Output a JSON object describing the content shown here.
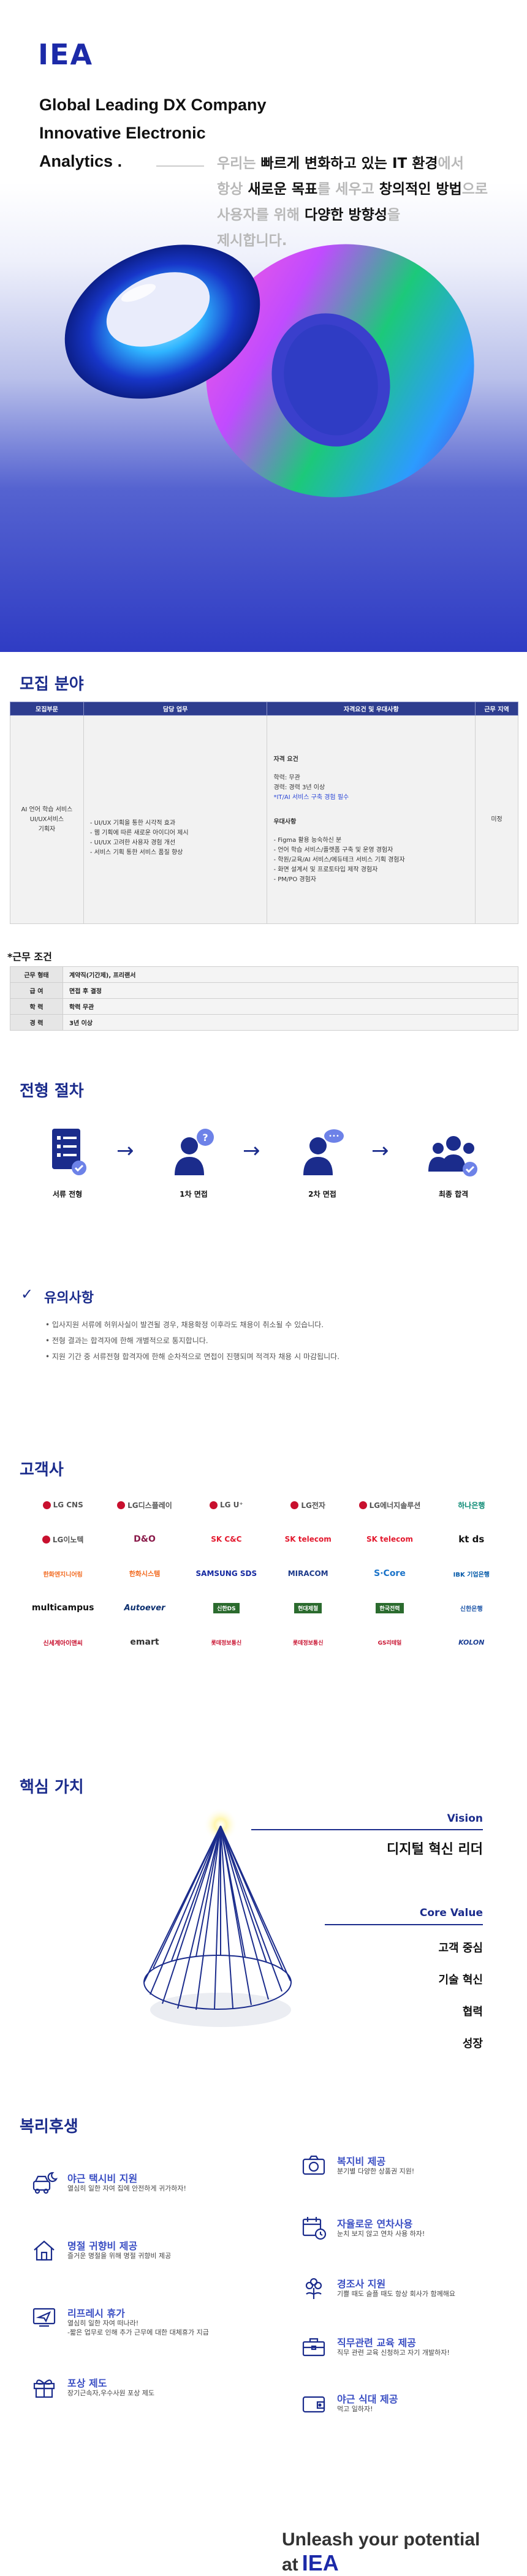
{
  "hero": {
    "logo": "IEA",
    "tagline_1": "Global Leading DX Company",
    "tagline_2": "Innovative Electronic",
    "tagline_3": "Analytics",
    "tagline_dot": ".",
    "copy_1a": "우리는 ",
    "copy_1b": "빠르게 변화하고 있는 IT 환경",
    "copy_1c": "에서",
    "copy_2a": "항상 ",
    "copy_2b": "새로운 목표",
    "copy_2c": "를 세우고 ",
    "copy_2d": "창의적인 방법",
    "copy_2e": "으로",
    "copy_3a": "사용자를 위해 ",
    "copy_3b": "다양한 방향성",
    "copy_3c": "을",
    "copy_4": "제시합니다."
  },
  "recruit": {
    "title": "모집 분야",
    "headers": [
      "모집부문",
      "담당 업무",
      "자격요건 및 우대사항",
      "근무 지역"
    ],
    "position": [
      "AI 언어 학습 서비스",
      "UI/UX서비스",
      "기획자"
    ],
    "duties": [
      "- UI/UX 기획을 통한 시각적 효과",
      "- 웹 기획에 따른 새로운 아이디어 제시",
      "- UI/UX 고려한 사용자 경험 개선",
      "- 서비스 기획 통한 서비스 품질 향상"
    ],
    "req_title": "자격 요건",
    "req_items": [
      "학력: 무관",
      "경력: 경력 3년 이상"
    ],
    "req_highlight": "*IT/AI 서비스 구축 경험 필수",
    "pref_title": "우대사항",
    "pref_items": [
      "- Figma 활용 능숙하신 분",
      "- 언어 학습 서비스/플랫폼 구축 및 운영 경험자",
      "- 학원/교육/AI 서비스/에듀테크 서비스 기획 경험자",
      "- 화면 설계서 및 프로토타입 제작 경험자",
      "- PM/PO 경험자"
    ],
    "location": "미정"
  },
  "conditions": {
    "title": "*근무 조건",
    "rows": [
      {
        "k": "근무 형태",
        "v": "계약직(기간제), 프리랜서"
      },
      {
        "k": "급 여",
        "v": "면접 후 결정"
      },
      {
        "k": "학 력",
        "v": "학력 무관"
      },
      {
        "k": "경 력",
        "v": "3년 이상"
      }
    ]
  },
  "process": {
    "title": "전형 절차",
    "steps": [
      "서류 전형",
      "1차 면접",
      "2차 면접",
      "최종 합격"
    ]
  },
  "notes": {
    "title": "유의사항",
    "items": [
      "• 입사지원 서류에 허위사실이 발견될 경우, 채용확정 이후라도 채용이 취소될 수 있습니다.",
      "• 전형 결과는 합격자에 한해 개별적으로 통지합니다.",
      "• 지원 기간 중 서류전형 합격자에 한해 순차적으로 면접이 진행되며 적격자 채용 시 마감됩니다."
    ]
  },
  "clients": {
    "title": "고객사",
    "logos": [
      "LG CNS",
      "LG디스플레이",
      "LG U⁺",
      "LG전자",
      "LG에너지솔루션",
      "하나은행",
      "LG이노텍",
      "D&O",
      "SK C&C",
      "SK telecom",
      "SK telecom",
      "kt ds",
      "한화엔지니어링",
      "한화시스템",
      "SAMSUNG SDS",
      "MIRACOM",
      "S·Core",
      "IBK 기업은행",
      "multicampus",
      "Autoever",
      "신한DS",
      "현대제철",
      "한국전력",
      "신한은행",
      "신세계아이앤씨",
      "emart",
      "롯데정보통신",
      "롯데정보통신",
      "GS리테일",
      "KOLON"
    ]
  },
  "core": {
    "title": "핵심 가치",
    "vision_label": "Vision",
    "vision_text": "디지털 혁신 리더",
    "core_label": "Core Value",
    "values": [
      "고객 중심",
      "기술 혁신",
      "협력",
      "성장"
    ]
  },
  "welfare": {
    "title": "복리후생",
    "items": [
      {
        "t": "야근 택시비 지원",
        "d": "열심히 일한 자여 집에 안전하게 귀가하자!"
      },
      {
        "t": "명절 귀향비 제공",
        "d": "즐거운 명절을 위해 명절 귀향비 제공"
      },
      {
        "t": "리프레시 휴가",
        "d": "열심히 일한 자여 떠나라!\n-짧은 업무로 인해 추가 근무에 대한 대체휴가 지급"
      },
      {
        "t": "포상 제도",
        "d": "장기근속자,우수사원 포상 제도"
      },
      {
        "t": "복지비 제공",
        "d": "분기별 다양한 상품권 지원!"
      },
      {
        "t": "자율로운 연차사용",
        "d": "눈치 보지 않고 연차 사용 하자!"
      },
      {
        "t": "경조사 지원",
        "d": "기쁠 때도 슬플 때도 항상 회사가 함께해요"
      },
      {
        "t": "직무관련 교육 제공",
        "d": "직무 관련 교육 신청하고 자기 개발하자!"
      },
      {
        "t": "야근 식대 제공",
        "d": "먹고 일하자!"
      }
    ]
  },
  "footer": {
    "text": "Unleash your potential at",
    "brand": "IEA"
  },
  "colors": {
    "brand": "#1c2aa8",
    "section_title": "#1b2c8c",
    "table_header": "#2e3d8f",
    "welfare_title": "#3b4fc4"
  }
}
